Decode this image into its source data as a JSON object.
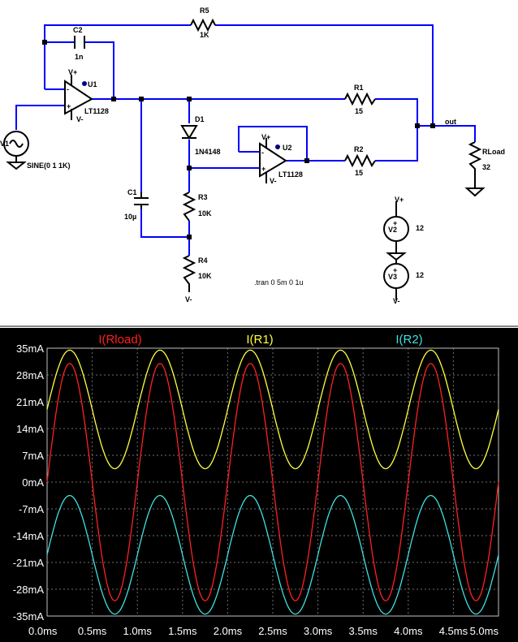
{
  "schematic": {
    "components": {
      "R5": {
        "name": "R5",
        "value": "1K"
      },
      "C2": {
        "name": "C2",
        "value": "1n"
      },
      "U1": {
        "name": "U1",
        "part": "LT1128"
      },
      "R1": {
        "name": "R1",
        "value": "15"
      },
      "D1": {
        "name": "D1",
        "part": "1N4148"
      },
      "U2": {
        "name": "U2",
        "part": "LT1128"
      },
      "R2": {
        "name": "R2",
        "value": "15"
      },
      "RLoad": {
        "name": "RLoad",
        "value": "32"
      },
      "V1": {
        "name": "V1",
        "value": "SINE(0 1 1K)"
      },
      "C1": {
        "name": "C1",
        "value": "10µ"
      },
      "R3": {
        "name": "R3",
        "value": "10K"
      },
      "R4": {
        "name": "R4",
        "value": "10K"
      },
      "V2": {
        "name": "V2",
        "value": "12"
      },
      "V3": {
        "name": "V3",
        "value": "12"
      }
    },
    "net_out": "out",
    "directive": ".tran 0 5m 0 1u",
    "supply_labels": {
      "plus": "V+",
      "minus": "V-"
    }
  },
  "chart_data": {
    "type": "line",
    "x_unit": "ms",
    "ylim": [
      -35,
      35
    ],
    "xlim": [
      0,
      5
    ],
    "yticks": [
      "35mA",
      "28mA",
      "21mA",
      "14mA",
      "7mA",
      "0mA",
      "-7mA",
      "-14mA",
      "-21mA",
      "-28mA",
      "-35mA"
    ],
    "xticks": [
      "0.0ms",
      "0.5ms",
      "1.0ms",
      "1.5ms",
      "2.0ms",
      "2.5ms",
      "3.0ms",
      "3.5ms",
      "4.0ms",
      "4.5ms",
      "5.0ms"
    ],
    "background": "#000000",
    "grid": true,
    "series": [
      {
        "name": "I(Rload)",
        "color": "#ff2020",
        "amplitude_mA": 31,
        "offset_mA": 0,
        "frequency_kHz": 1
      },
      {
        "name": "I(R1)",
        "color": "#ffff40",
        "amplitude_mA": 15.5,
        "offset_mA": 19,
        "frequency_kHz": 1
      },
      {
        "name": "I(R2)",
        "color": "#40e0e0",
        "amplitude_mA": 15.5,
        "offset_mA": -19,
        "frequency_kHz": 1
      }
    ]
  }
}
